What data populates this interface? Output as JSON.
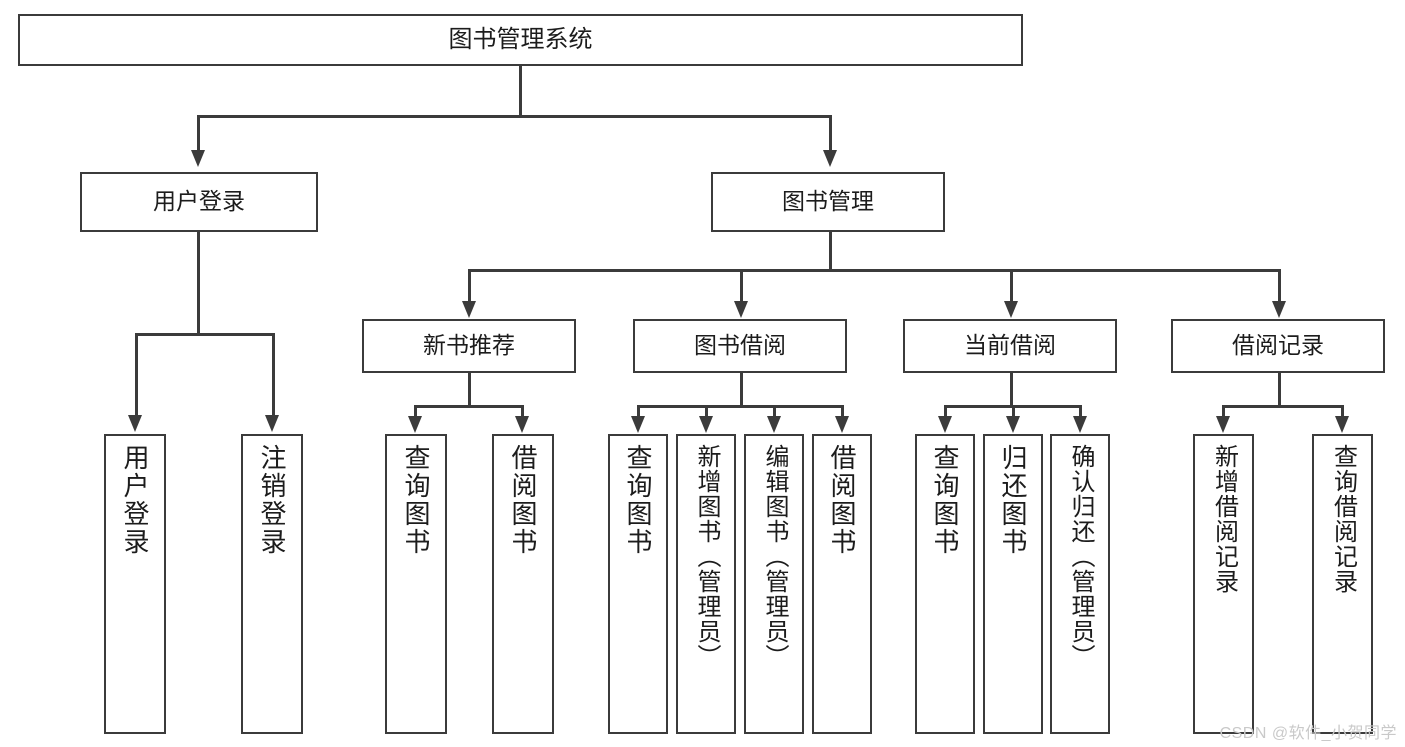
{
  "diagram": {
    "title": "图书管理系统",
    "type": "tree-hierarchy",
    "root": {
      "id": "root",
      "label": "图书管理系统",
      "orientation": "horizontal"
    },
    "level1": [
      {
        "id": "user-login",
        "label": "用户登录",
        "orientation": "horizontal"
      },
      {
        "id": "book-manage",
        "label": "图书管理",
        "orientation": "horizontal"
      }
    ],
    "level2": [
      {
        "id": "new-book-recommend",
        "label": "新书推荐",
        "orientation": "horizontal",
        "parent": "book-manage"
      },
      {
        "id": "book-borrow",
        "label": "图书借阅",
        "orientation": "horizontal",
        "parent": "book-manage"
      },
      {
        "id": "current-borrow",
        "label": "当前借阅",
        "orientation": "horizontal",
        "parent": "book-manage"
      },
      {
        "id": "borrow-record",
        "label": "借阅记录",
        "orientation": "horizontal",
        "parent": "book-manage"
      }
    ],
    "leaves": [
      {
        "id": "leaf-user-login",
        "label": "用户登录",
        "orientation": "vertical",
        "parent": "user-login"
      },
      {
        "id": "leaf-user-logout",
        "label": "注销登录",
        "orientation": "vertical",
        "parent": "user-login"
      },
      {
        "id": "leaf-query-book-1",
        "label": "查询图书",
        "orientation": "vertical",
        "parent": "new-book-recommend"
      },
      {
        "id": "leaf-borrow-book-1",
        "label": "借阅图书",
        "orientation": "vertical",
        "parent": "new-book-recommend"
      },
      {
        "id": "leaf-query-book-2",
        "label": "查询图书",
        "orientation": "vertical",
        "parent": "book-borrow"
      },
      {
        "id": "leaf-add-book",
        "label": "新增图书（管理员）",
        "orientation": "vertical",
        "parent": "book-borrow"
      },
      {
        "id": "leaf-edit-book",
        "label": "编辑图书（管理员）",
        "orientation": "vertical",
        "parent": "book-borrow"
      },
      {
        "id": "leaf-borrow-book-2",
        "label": "借阅图书",
        "orientation": "vertical",
        "parent": "book-borrow"
      },
      {
        "id": "leaf-query-book-3",
        "label": "查询图书",
        "orientation": "vertical",
        "parent": "current-borrow"
      },
      {
        "id": "leaf-return-book",
        "label": "归还图书",
        "orientation": "vertical",
        "parent": "current-borrow"
      },
      {
        "id": "leaf-confirm-return",
        "label": "确认归还（管理员）",
        "orientation": "vertical",
        "parent": "current-borrow"
      },
      {
        "id": "leaf-add-record",
        "label": "新增借阅记录",
        "orientation": "vertical",
        "parent": "borrow-record"
      },
      {
        "id": "leaf-query-record",
        "label": "查询借阅记录",
        "orientation": "vertical",
        "parent": "borrow-record"
      }
    ],
    "colors": {
      "stroke": "#3b3b3b",
      "fill": "#ffffff",
      "text": "#1c1c1c",
      "watermark": "#c9c9c9"
    }
  },
  "watermark": {
    "text": "CSDN @软件_小贺同学"
  }
}
